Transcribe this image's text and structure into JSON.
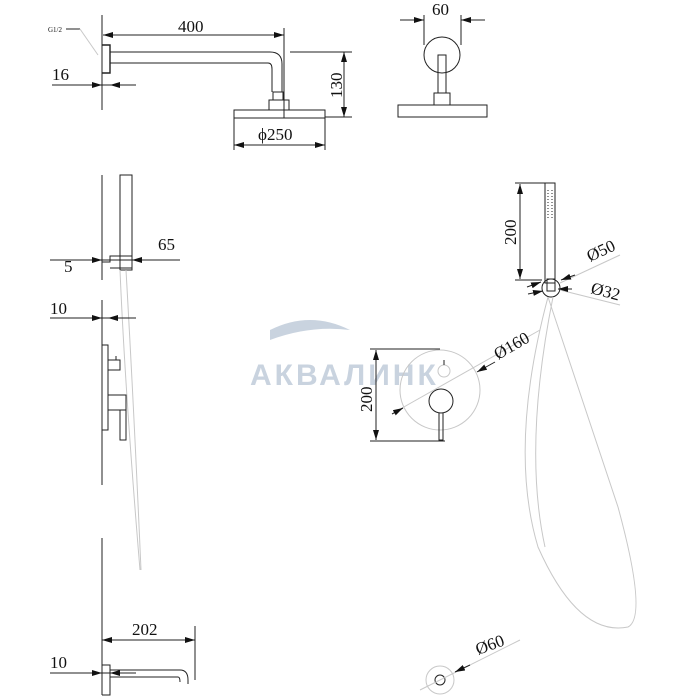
{
  "title": "Shower set dimension drawing",
  "watermark": "АКВАЛИНК",
  "labels": {
    "thread": "G1/2",
    "arm_length": "400",
    "wall_flange": "16",
    "head_drop": "130",
    "head_diameter": "ϕ250",
    "arm_flange": "60",
    "holder_depth": "65",
    "holder_offset": "5",
    "mixer_depth": "10",
    "hand_length": "200",
    "hand_d50": "Ø50",
    "hand_d32": "Ø32",
    "plate_d160": "Ø160",
    "plate_height": "200",
    "spout_length": "202",
    "spout_depth": "10",
    "spout_d60": "Ø60"
  },
  "colors": {
    "line": "#222222",
    "watermark": "#c9d3df"
  }
}
